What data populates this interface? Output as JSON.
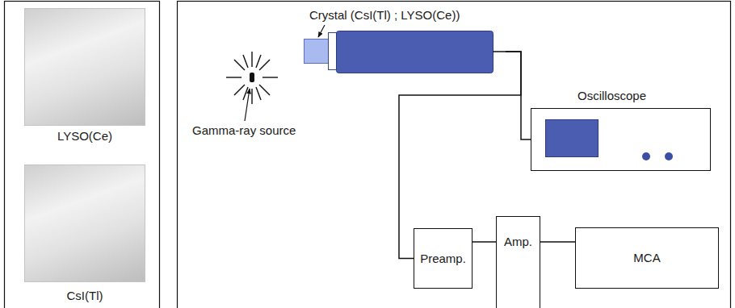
{
  "diagram": {
    "nodes": [
      {
        "text": [
          "LYSO(Ce)"
        ]
      },
      {
        "text": [
          "CsI(Tl)"
        ]
      },
      {
        "text": [
          "Crystal (CsI(Tl) ; LYSO(Ce))"
        ]
      },
      {
        "text": [
          "Oscilloscope"
        ]
      },
      {
        "text": [
          "Preamp."
        ]
      },
      {
        "text": [
          "Amp."
        ]
      },
      {
        "text": [
          "MCA"
        ]
      }
    ],
    "edges": [
      {
        "from": 2,
        "to": 3,
        "arrow": "none"
      },
      {
        "from": 2,
        "to": 4,
        "arrow": "none"
      },
      {
        "from": 4,
        "to": 5,
        "arrow": "none"
      },
      {
        "from": 5,
        "to": 6,
        "arrow": "none"
      }
    ],
    "labels": [
      "Gamma-ray source"
    ]
  }
}
